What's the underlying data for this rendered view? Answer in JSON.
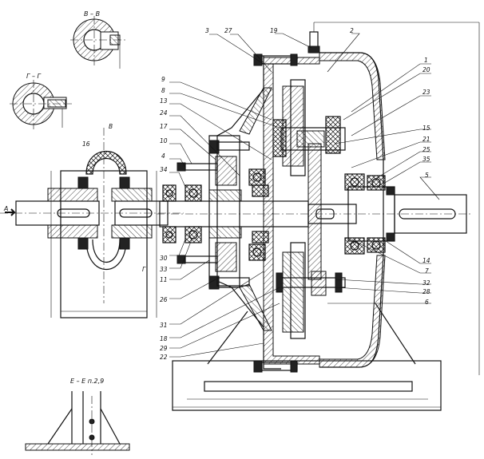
{
  "sections": {
    "v_v": "В – В",
    "g_g": "Г – Г",
    "e_e": "Е – Е п.2,9",
    "a_mark": "А"
  },
  "callouts_left": [
    "9",
    "8",
    "13",
    "24",
    "17",
    "10",
    "4",
    "34",
    "30",
    "33",
    "11",
    "26",
    "31",
    "18",
    "29",
    "22"
  ],
  "callouts_top": [
    "3",
    "27",
    "19",
    "2"
  ],
  "callouts_right": [
    "1",
    "20",
    "23",
    "15",
    "21",
    "25",
    "35",
    "5",
    "14",
    "7",
    "32",
    "28",
    "6"
  ],
  "coupling_labels": [
    "16",
    "В",
    "Г"
  ]
}
